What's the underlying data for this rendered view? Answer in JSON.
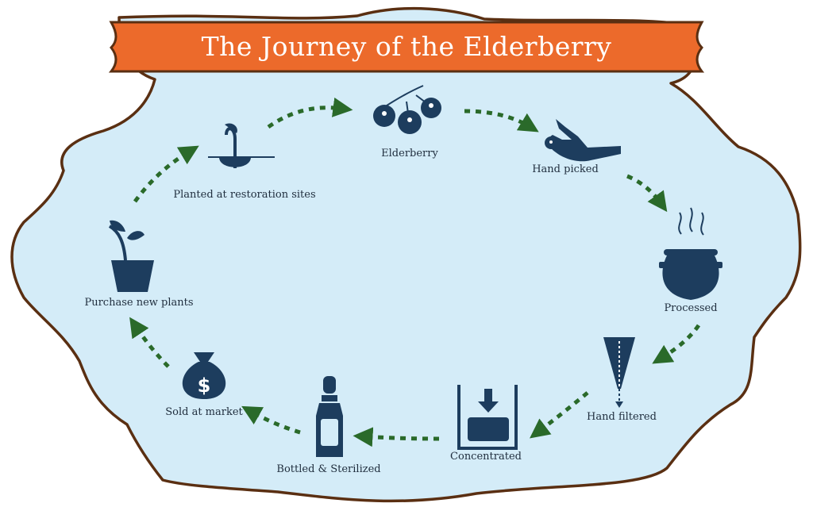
{
  "title": "The Journey of the Elderberry",
  "colors": {
    "background_fill": "#d4ecf8",
    "outline": "#5a2f12",
    "banner": "#ec6a2b",
    "icon": "#1d3d5e",
    "arrow": "#2a6a2a"
  },
  "steps": [
    {
      "label": "Elderberry",
      "icon": "berries-icon"
    },
    {
      "label": "Hand picked",
      "icon": "hand-icon"
    },
    {
      "label": "Processed",
      "icon": "pot-icon"
    },
    {
      "label": "Hand filtered",
      "icon": "filter-icon"
    },
    {
      "label": "Concentrated",
      "icon": "press-icon"
    },
    {
      "label": "Bottled & Sterilized",
      "icon": "bottle-icon"
    },
    {
      "label": "Sold at market",
      "icon": "money-bag-icon"
    },
    {
      "label": "Purchase new plants",
      "icon": "potted-plant-icon"
    },
    {
      "label": "Planted at restoration sites",
      "icon": "seedling-icon"
    }
  ]
}
